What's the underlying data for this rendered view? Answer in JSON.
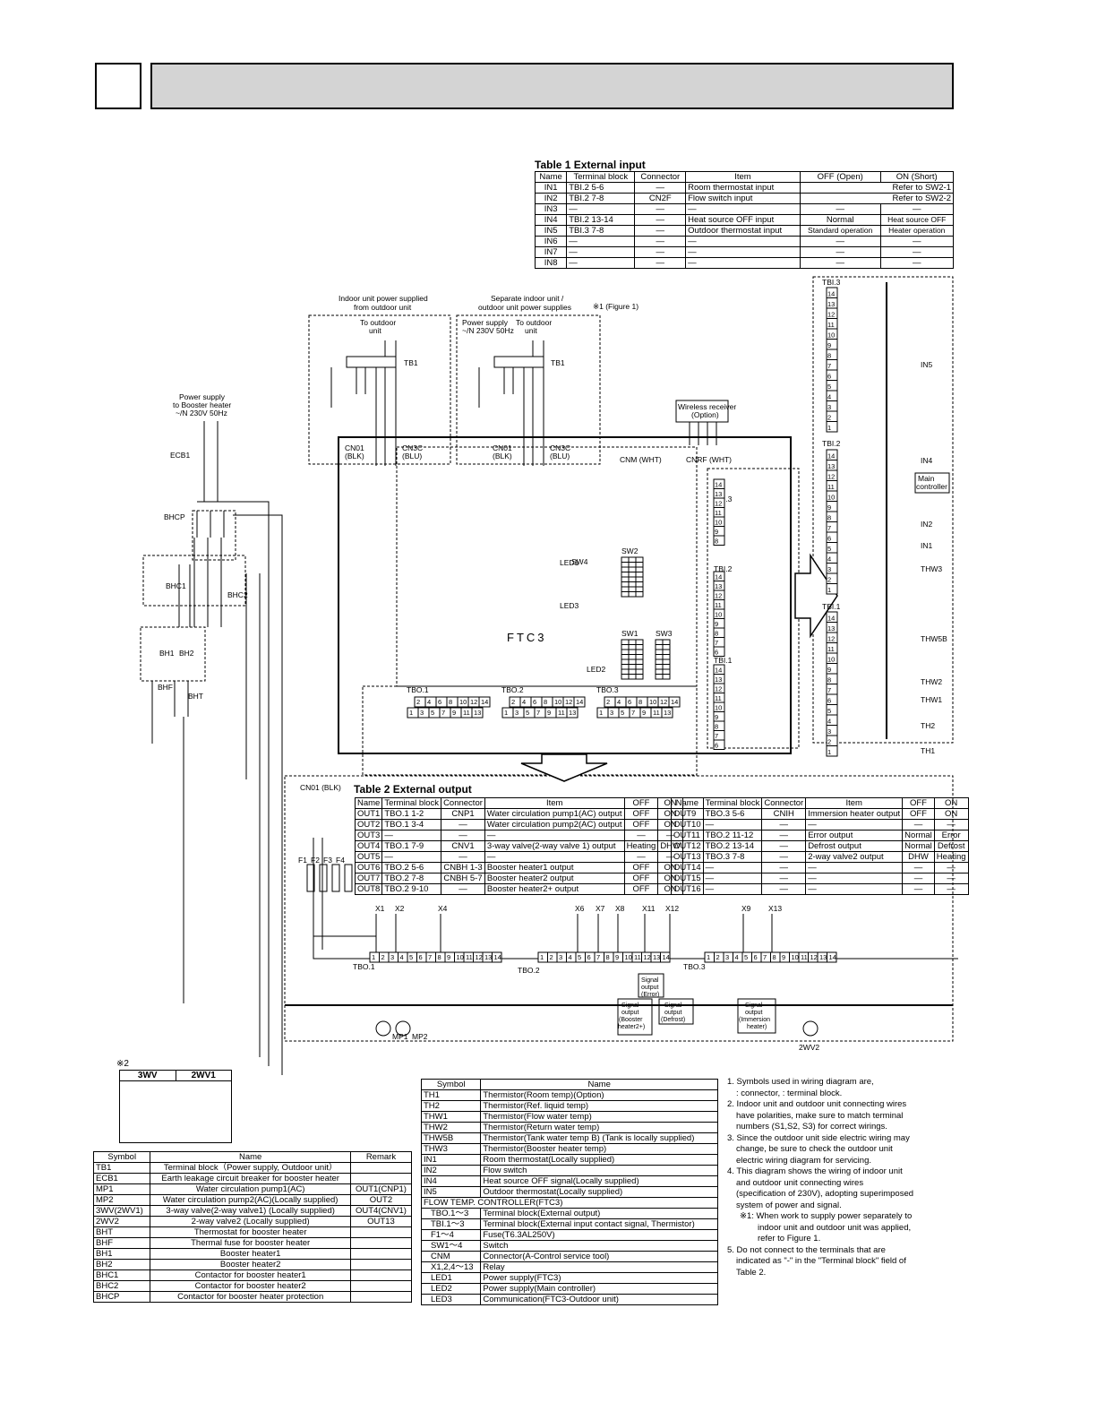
{
  "table1": {
    "title": "Table 1  External input",
    "headers": [
      "Name",
      "Terminal block",
      "Connector",
      "Item",
      "OFF (Open)",
      "ON (Short)"
    ],
    "rows": [
      [
        "IN1",
        "TBI.2 5-6",
        "—",
        "Room thermostat input",
        "Refer to SW2-1",
        ""
      ],
      [
        "IN2",
        "TBI.2 7-8",
        "CN2F",
        "Flow switch input",
        "Refer to SW2-2",
        ""
      ],
      [
        "IN3",
        "—",
        "—",
        "—",
        "—",
        "—"
      ],
      [
        "IN4",
        "TBI.2 13-14",
        "—",
        "Heat source OFF input",
        "Normal",
        "Heat source OFF"
      ],
      [
        "IN5",
        "TBI.3 7-8",
        "—",
        "Outdoor thermostat input",
        "Standard operation",
        "Heater operation"
      ],
      [
        "IN6",
        "—",
        "—",
        "—",
        "—",
        "—"
      ],
      [
        "IN7",
        "—",
        "—",
        "—",
        "—",
        "—"
      ],
      [
        "IN8",
        "—",
        "—",
        "—",
        "—",
        "—"
      ]
    ]
  },
  "diagram": {
    "indoor_power_label": "Indoor unit power supplied from outdoor unit",
    "separate_power_label": "Separate indoor unit / outdoor unit power supplies",
    "figure_note": "※1 (Figure 1)",
    "to_outdoor": "To outdoor unit",
    "power_supply_label": "Power supply ~/N 230V 50Hz",
    "booster_power_label": "Power supply to Booster heater ~/N 230V 50Hz",
    "wireless_receiver": "Wireless receiver (Option)",
    "main_controller": "Main controller",
    "ftc_label": "FTC3",
    "led1": "LED1",
    "led2": "LED2",
    "led3": "LED3",
    "sw1": "SW1",
    "sw2": "SW2",
    "sw3": "SW3",
    "sw4": "SW4",
    "tbo1": "TBO.1",
    "tbo2": "TBO.2",
    "tbo3": "TBO.3",
    "tbi1": "TBI.1",
    "tbi2": "TBI.2",
    "tbi3": "TBI.3",
    "cn01": "CN01 (BLK)",
    "cn3c": "CN3C (BLU)",
    "cnm": "CNM (WHT)",
    "cnrf": "CNRF (WHT)",
    "ecb1": "ECB1",
    "bhcp": "BHCP",
    "bhc1": "BHC1",
    "bhc2": "BHC2",
    "bht": "BHT",
    "bhf": "BHF",
    "bh1": "BH1",
    "bh2": "BH2",
    "tb1": "TB1",
    "mp1": "MP1",
    "mp2": "MP2",
    "wv2": "2WV2",
    "in_labels": [
      "IN5",
      "IN4",
      "IN2",
      "IN1"
    ],
    "thermistors": [
      "THW3",
      "THW5B",
      "THW2",
      "THW1",
      "TH2",
      "TH1"
    ],
    "relays": [
      "X1",
      "X2",
      "X4",
      "X6",
      "X7",
      "X8",
      "X11",
      "X12",
      "X9",
      "X13"
    ],
    "signal_outputs": [
      "Signal output (Error)",
      "Signal output (Booster heater2+)",
      "Signal output (Defrost)",
      "Signal output (Immersion heater)"
    ]
  },
  "table2": {
    "title": "Table 2  External output",
    "headers": [
      "Name",
      "Terminal block",
      "Connector",
      "Item",
      "OFF",
      "ON"
    ],
    "left_rows": [
      [
        "OUT1",
        "TBO.1 1-2",
        "CNP1",
        "Water circulation pump1(AC) output",
        "OFF",
        "ON"
      ],
      [
        "OUT2",
        "TBO.1 3-4",
        "—",
        "Water circulation pump2(AC) output",
        "OFF",
        "ON"
      ],
      [
        "OUT3",
        "—",
        "—",
        "—",
        "—",
        "—"
      ],
      [
        "OUT4",
        "TBO.1 7-9",
        "CNV1",
        "3-way valve(2-way valve 1) output",
        "Heating",
        "DHW"
      ],
      [
        "OUT5",
        "—",
        "—",
        "—",
        "—",
        "—"
      ],
      [
        "OUT6",
        "TBO.2 5-6",
        "CNBH 1-3",
        "Booster heater1 output",
        "OFF",
        "ON"
      ],
      [
        "OUT7",
        "TBO.2 7-8",
        "CNBH 5-7",
        "Booster heater2 output",
        "OFF",
        "ON"
      ],
      [
        "OUT8",
        "TBO.2 9-10",
        "—",
        "Booster heater2+ output",
        "OFF",
        "ON"
      ]
    ],
    "right_rows": [
      [
        "OUT9",
        "TBO.3 5-6",
        "CNIH",
        "Immersion heater output",
        "OFF",
        "ON"
      ],
      [
        "OUT10",
        "—",
        "—",
        "—",
        "—",
        "—"
      ],
      [
        "OUT11",
        "TBO.2 11-12",
        "—",
        "Error output",
        "Normal",
        "Error"
      ],
      [
        "OUT12",
        "TBO.2 13-14",
        "—",
        "Defrost output",
        "Normal",
        "Defrost"
      ],
      [
        "OUT13",
        "TBO.3 7-8",
        "—",
        "2-way valve2 output",
        "DHW",
        "Heating"
      ],
      [
        "OUT14",
        "—",
        "—",
        "—",
        "—",
        "—"
      ],
      [
        "OUT15",
        "—",
        "—",
        "—",
        "—",
        "—"
      ],
      [
        "OUT16",
        "—",
        "—",
        "—",
        "—",
        "—"
      ]
    ]
  },
  "figure2": {
    "mark": "※2",
    "cols": [
      "3WV",
      "2WV1"
    ]
  },
  "symbols_left": {
    "headers": [
      "Symbol",
      "Name",
      "Remark"
    ],
    "rows": [
      [
        "TB1",
        "Terminal block（Power supply, Outdoor unit）",
        ""
      ],
      [
        "ECB1",
        "Earth leakage circuit breaker for booster heater",
        ""
      ],
      [
        "MP1",
        "Water circulation pump1(AC)",
        "OUT1(CNP1)"
      ],
      [
        "MP2",
        "Water circulation pump2(AC)(Locally supplied)",
        "OUT2"
      ],
      [
        "3WV(2WV1)",
        "3-way valve(2-way valve1) (Locally supplied)",
        "OUT4(CNV1)"
      ],
      [
        "2WV2",
        "2-way valve2 (Locally supplied)",
        "OUT13"
      ],
      [
        "BHT",
        "Thermostat for booster heater",
        ""
      ],
      [
        "BHF",
        "Thermal fuse for booster heater",
        ""
      ],
      [
        "BH1",
        "Booster heater1",
        ""
      ],
      [
        "BH2",
        "Booster heater2",
        ""
      ],
      [
        "BHC1",
        "Contactor for booster heater1",
        ""
      ],
      [
        "BHC2",
        "Contactor for booster heater2",
        ""
      ],
      [
        "BHCP",
        "Contactor for booster heater protection",
        ""
      ]
    ]
  },
  "symbols_right": {
    "headers": [
      "Symbol",
      "Name"
    ],
    "rows": [
      [
        "TH1",
        "Thermistor(Room temp)(Option)"
      ],
      [
        "TH2",
        "Thermistor(Ref. liquid temp)"
      ],
      [
        "THW1",
        "Thermistor(Flow water temp)"
      ],
      [
        "THW2",
        "Thermistor(Return water temp)"
      ],
      [
        "THW5B",
        "Thermistor(Tank water temp B) (Tank is locally supplied)"
      ],
      [
        "THW3",
        "Thermistor(Booster heater temp)"
      ],
      [
        "IN1",
        "Room thermostat(Locally supplied)"
      ],
      [
        "IN2",
        "Flow switch"
      ],
      [
        "IN4",
        "Heat source OFF signal(Locally supplied)"
      ],
      [
        "IN5",
        "Outdoor thermostat(Locally supplied)"
      ]
    ],
    "ftc_header": "FLOW TEMP. CONTROLLER(FTC3)",
    "ftc_rows": [
      [
        "TBO.1～3",
        "Terminal block(External output)"
      ],
      [
        "TBI.1～3",
        "Terminal block(External input contact signal, Thermistor)"
      ],
      [
        "F1～4",
        "Fuse(T6.3AL250V)"
      ],
      [
        "SW1～4",
        "Switch"
      ],
      [
        "CNM",
        "Connector(A-Control service tool)"
      ],
      [
        "X1,2,4～13",
        "Relay"
      ],
      [
        "LED1",
        "Power supply(FTC3)"
      ],
      [
        "LED2",
        "Power supply(Main controller)"
      ],
      [
        "LED3",
        "Communication(FTC3-Outdoor unit)"
      ]
    ]
  },
  "notes": [
    "1. Symbols used in wiring diagram are,",
    ": connector,         : terminal block.",
    "2. Indoor unit and outdoor unit connecting wires",
    "have polarities, make sure to match terminal",
    "numbers (S1,S2, S3) for correct wirings.",
    "3. Since the outdoor unit side electric wiring may",
    "change, be sure to check the outdoor unit",
    "electric wiring diagram for servicing.",
    "4. This diagram shows the wiring of indoor unit",
    "and outdoor unit connecting wires",
    "(specification of 230V), adopting superimposed",
    "system of power and signal.",
    "※1: When work to supply power separately to",
    "indoor unit and outdoor unit was applied,",
    "refer to Figure 1.",
    "5. Do not connect to the terminals that are",
    "indicated as \"-\" in the \"Terminal block\" field of",
    "Table 2."
  ]
}
